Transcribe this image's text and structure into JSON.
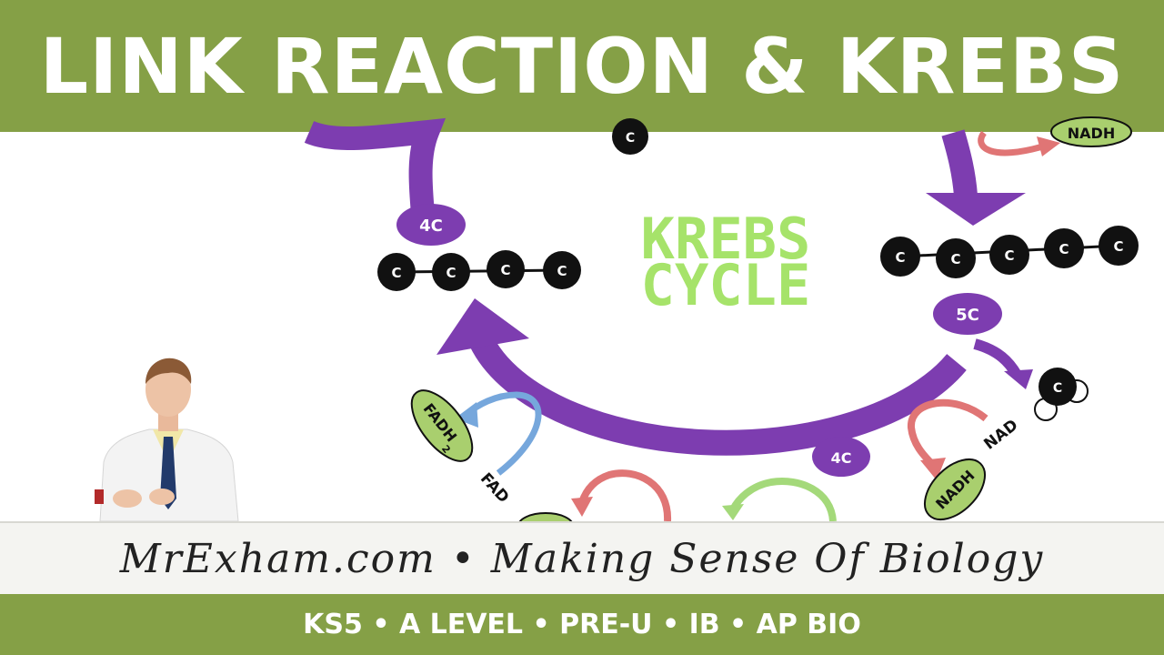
{
  "title": "LINK REACTION & KREBS",
  "diagram": {
    "cycle_label_line1": "KREBS",
    "cycle_label_line2": "CYCLE",
    "carbon_atom_label": "C",
    "compounds": {
      "four_carbon_left": "4C",
      "five_carbon": "5C",
      "four_carbon_bottom": "4C"
    },
    "coenzymes": {
      "nadh_top": "NADH",
      "nadh_bottom": "NADH",
      "nad": "NAD",
      "fadh2": "FADH",
      "fadh2_subscript": "2",
      "fad": "FAD"
    }
  },
  "tagline": "MrExham.com • Making Sense Of Biology",
  "levels": "KS5 • A LEVEL • PRE-U • IB • AP BIO",
  "colors": {
    "banner_green": "#85a046",
    "cycle_purple": "#7d3db0",
    "krebs_text_green": "#a6e36a",
    "coenzyme_green": "#a9cf6e",
    "arrow_red": "#e07575",
    "arrow_blue": "#76a7dc",
    "arrow_green": "#a4d97a",
    "carbon_black": "#111111"
  }
}
